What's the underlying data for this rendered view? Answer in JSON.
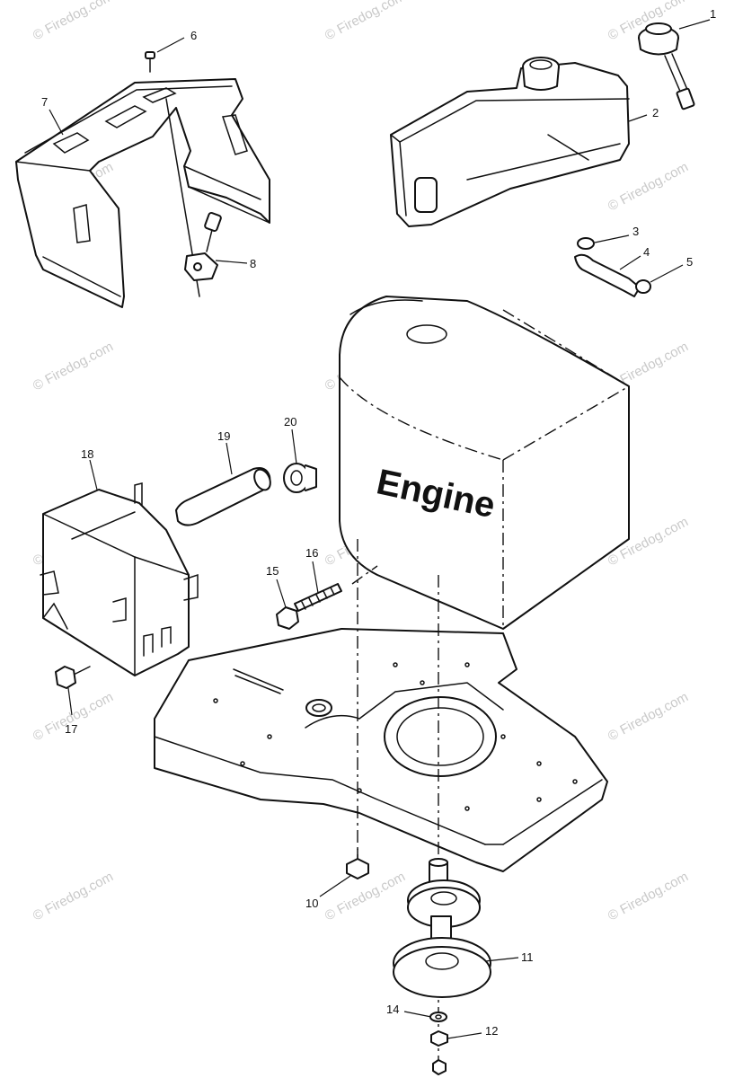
{
  "engine_label": "Engine",
  "watermark_text": "© Firedog.com",
  "callouts": {
    "c1": "1",
    "c2": "2",
    "c3": "3",
    "c4": "4",
    "c5": "5",
    "c6": "6",
    "c7": "7",
    "c8": "8",
    "c10": "10",
    "c11": "11",
    "c12": "12",
    "c14": "14",
    "c15": "15",
    "c16": "16",
    "c17": "17",
    "c18": "18",
    "c19": "19",
    "c20": "20"
  },
  "colors": {
    "line": "#111111",
    "watermark": "#c9c9c9",
    "background": "#ffffff"
  }
}
